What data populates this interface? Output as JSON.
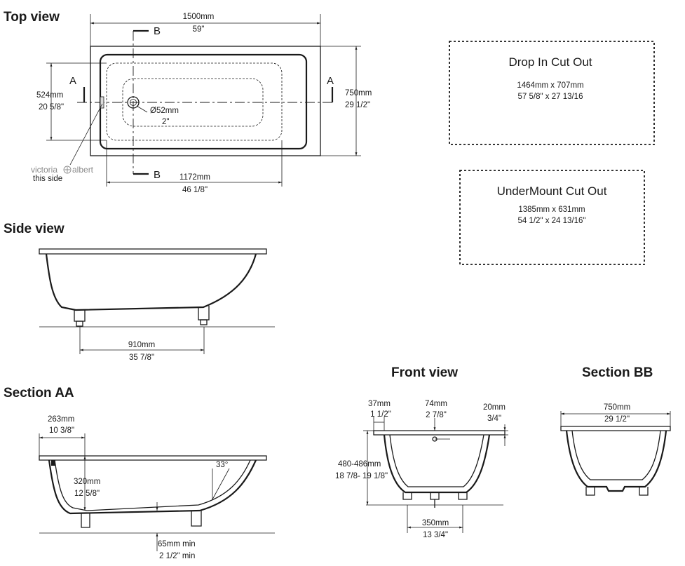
{
  "top_view": {
    "title": "Top view",
    "length_mm": "1500mm",
    "length_in": "59\"",
    "width_mm": "750mm",
    "width_in": "29 1/2\"",
    "inner_width_mm": "524mm",
    "inner_width_in": "20 5/8\"",
    "inner_length_mm": "1172mm",
    "inner_length_in": "46 1/8\"",
    "drain_mm": "Ø52mm",
    "drain_in": "2\"",
    "section_a": "A",
    "section_b": "B",
    "logo_left": "victoria",
    "logo_right": "albert",
    "logo_note": "this side"
  },
  "drop_in": {
    "title": "Drop In Cut Out",
    "mm": "1464mm x 707mm",
    "in": "57 5/8\" x 27 13/16"
  },
  "undermount": {
    "title": "UnderMount Cut Out",
    "mm": "1385mm x 631mm",
    "in": "54 1/2\" x 24 13/16\""
  },
  "side_view": {
    "title": "Side view",
    "feet_mm": "910mm",
    "feet_in": "35 7/8\""
  },
  "section_aa": {
    "title": "Section AA",
    "offset_mm": "263mm",
    "offset_in": "10 3/8\"",
    "depth_mm": "320mm",
    "depth_in": "12 5/8\"",
    "angle": "33°",
    "clear_mm": "65mm min",
    "clear_in": "2 1/2\" min"
  },
  "front_view": {
    "title": "Front view",
    "rim_mm": "37mm",
    "rim_in": "1 1/2\"",
    "overflow_mm": "74mm",
    "overflow_in": "2 7/8\"",
    "lip_mm": "20mm",
    "lip_in": "3/4\"",
    "height_mm": "480-486mm",
    "height_in": "18 7/8- 19 1/8\"",
    "feet_mm": "350mm",
    "feet_in": "13 3/4\""
  },
  "section_bb": {
    "title": "Section BB",
    "width_mm": "750mm",
    "width_in": "29 1/2\""
  }
}
